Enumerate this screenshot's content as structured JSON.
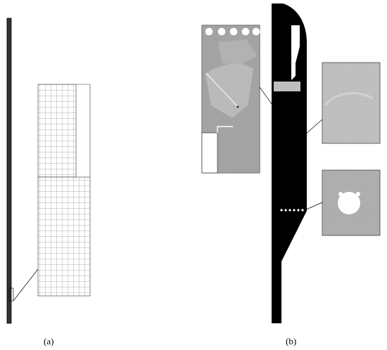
{
  "panels": [
    {
      "id": "a",
      "label": "(a)"
    },
    {
      "id": "b",
      "label": "(b)"
    }
  ],
  "colors": {
    "background": "#ffffff",
    "model": "#000000",
    "mesh_line": "#555555",
    "mesh_fill": "#ffffff",
    "zoom_gray": "#9a9a9a",
    "zoom_light": "#bdbdbd"
  }
}
